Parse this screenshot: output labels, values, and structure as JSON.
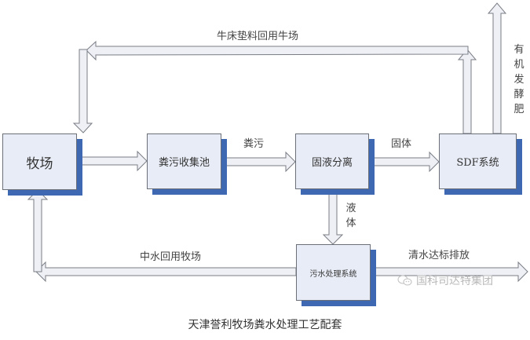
{
  "nodes": {
    "farm": "牧场",
    "manure_pool": "粪污收集池",
    "separator": "固液分离",
    "sdf": "SDF系统",
    "wastewater": "污水处理系统"
  },
  "edge_labels": {
    "bedding_return": "牛床垫料回用牛场",
    "manure": "粪污",
    "solid": "固体",
    "liquid": "液体",
    "reclaimed_water": "中水回用牧场",
    "clean_discharge": "清水达标排放",
    "organic_fertilizer": "有机发酵肥"
  },
  "watermark": {
    "icon": "wechat-icon",
    "text": "国科司达特集团"
  },
  "caption": "天津誉利牧场粪水处理工艺配套",
  "colors": {
    "box_fill": "#e8ecf6",
    "box_shadow": "#3f68b2",
    "arrow_fill": "#eef0f6",
    "arrow_stroke": "#7a7d85"
  }
}
